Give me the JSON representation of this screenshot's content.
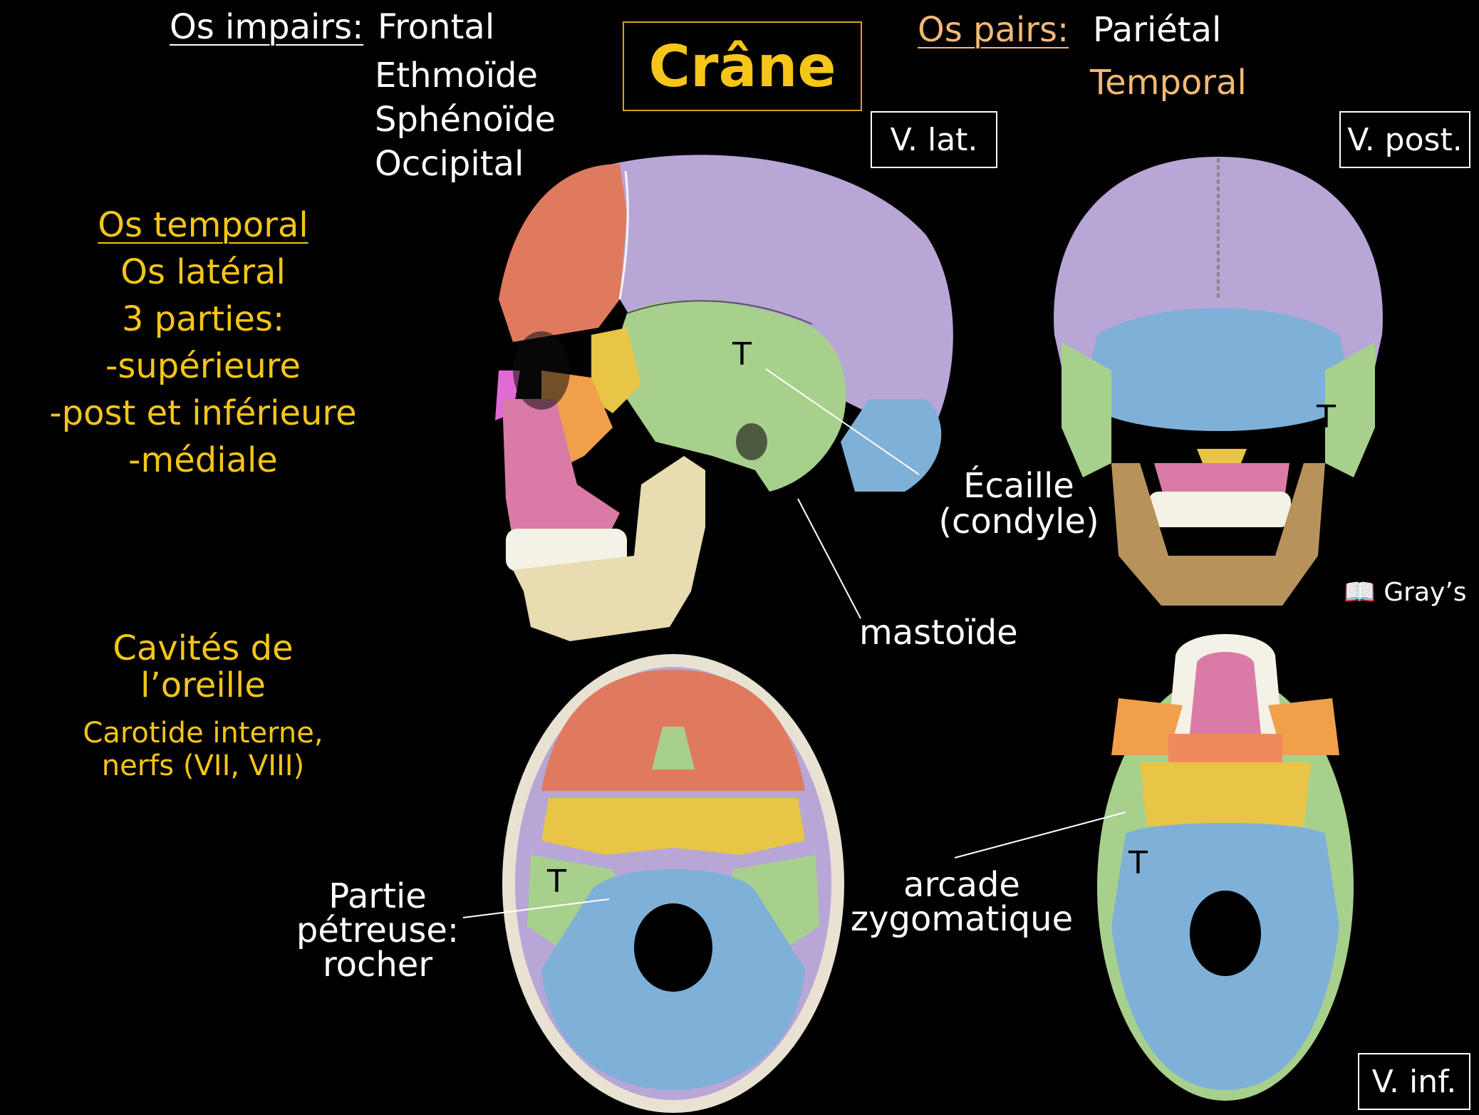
{
  "title": "Crâne",
  "unpaired": {
    "label": "Os impairs:",
    "bones": [
      "Frontal",
      "Ethmoïde",
      "Sphénoïde",
      "Occipital"
    ]
  },
  "paired": {
    "label": "Os pairs:",
    "bones": [
      "Pariétal",
      "Temporal"
    ]
  },
  "temporal": {
    "heading": "Os temporal",
    "lines": [
      "Os latéral",
      "3 parties:",
      "-supérieure",
      "-post et inférieure",
      "-médiale"
    ]
  },
  "ear": {
    "heading_line1": "Cavités de",
    "heading_line2": "l’oreille",
    "line1": "Carotide interne,",
    "line2": "nerfs (VII, VIII)"
  },
  "views": {
    "lateral": "V. lat.",
    "posterior": "V. post.",
    "inferior": "V. inf."
  },
  "annotations": {
    "ecaille_1": "Écaille",
    "ecaille_2": "(condyle)",
    "mastoide": "mastoïde",
    "petreuse_1": "Partie",
    "petreuse_2": "pétreuse:",
    "petreuse_3": "rocher",
    "arcade_1": "arcade",
    "arcade_2": "zygomatique",
    "t_marker": "T"
  },
  "source": "📖 Gray’s",
  "colors": {
    "frontal": "#e07a5f",
    "parietal": "#b7a6d6",
    "temporal": "#a8d08d",
    "occipital": "#7fb0d8",
    "sphenoid": "#e8c547",
    "maxilla": "#d97ba6",
    "mandible": "#e8dcb0",
    "zygomatic": "#f0a04b"
  }
}
